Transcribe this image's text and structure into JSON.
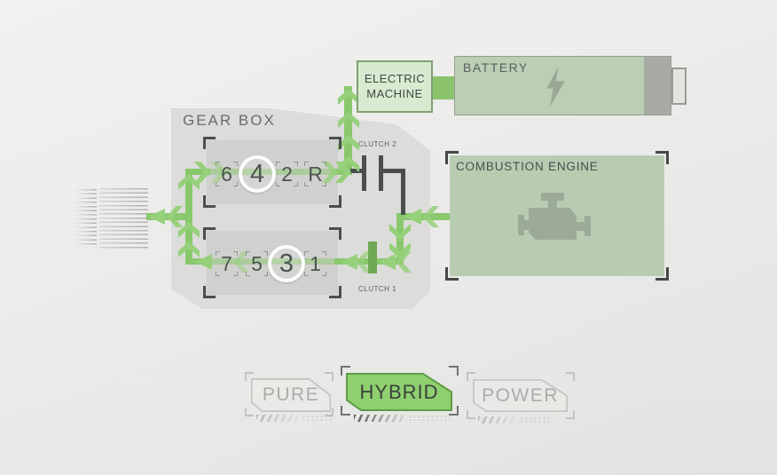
{
  "gearbox": {
    "title": "GEAR BOX",
    "rows": [
      {
        "gears": [
          "6",
          "4",
          "2",
          "R"
        ],
        "selected": "4"
      },
      {
        "gears": [
          "7",
          "5",
          "3",
          "1"
        ],
        "selected": "3"
      }
    ]
  },
  "clutches": {
    "clutch2": "CLUTCH 2",
    "clutch1": "CLUTCH 1"
  },
  "components": {
    "electric_machine_line1": "ELECTRIC",
    "electric_machine_line2": "MACHINE",
    "battery": "BATTERY",
    "combustion_engine": "COMBUSTION ENGINE"
  },
  "modes": [
    {
      "label": "PURE",
      "active": false
    },
    {
      "label": "HYBRID",
      "active": true
    },
    {
      "label": "POWER",
      "active": false
    }
  ],
  "colors": {
    "flow_green": "#89c86c",
    "active_mode_green": "#8ed06f",
    "battery_green": "#bacfb4",
    "engine_green": "#b8ccb2",
    "machine_green": "#d8ebd1",
    "dark_gray": "#4b4f4c"
  }
}
